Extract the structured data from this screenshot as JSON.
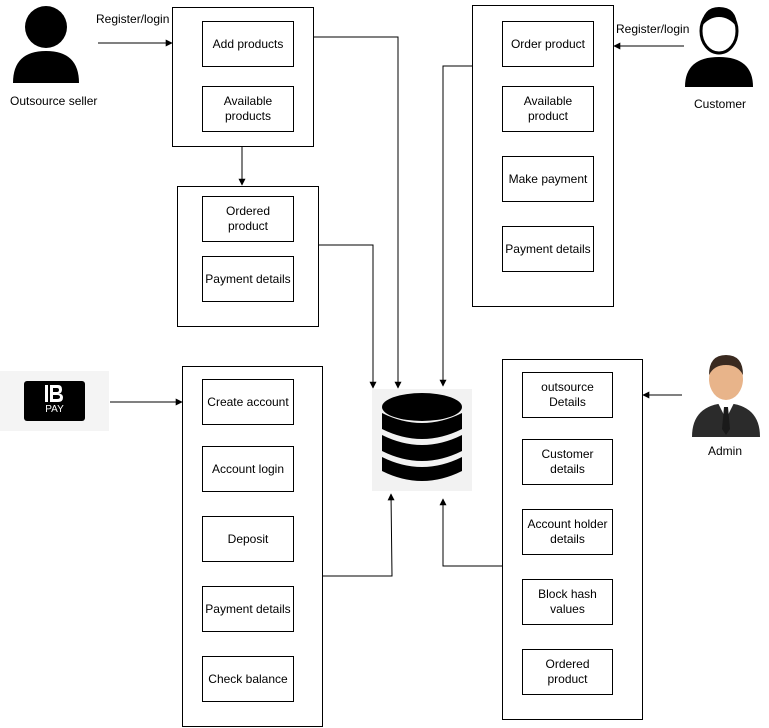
{
  "actors": {
    "seller": "Outsource seller",
    "customer": "Customer",
    "admin": "Admin",
    "pay_logo": "PAY"
  },
  "edge_labels": {
    "seller_register": "Register/login",
    "customer_register": "Register/login"
  },
  "seller_box": {
    "items": [
      "Add products",
      "Available\nproducts"
    ]
  },
  "seller_orders_box": {
    "items": [
      "Ordered product",
      "Payment details"
    ]
  },
  "customer_box": {
    "items": [
      "Order product",
      "Available\nproduct",
      "Make payment",
      "Payment details"
    ]
  },
  "bank_box": {
    "items": [
      "Create account",
      "Account login",
      "Deposit",
      "Payment details",
      "Check balance"
    ]
  },
  "admin_box": {
    "items": [
      "outsource\nDetails",
      "Customer\ndetails",
      "Account holder\ndetails",
      "Block hash\nvalues",
      "Ordered product"
    ]
  },
  "icons": {
    "seller": "person-silhouette-icon",
    "customer": "person-outline-icon",
    "admin": "businessman-icon",
    "pay": "pay-logo-icon",
    "database": "database-icon"
  }
}
